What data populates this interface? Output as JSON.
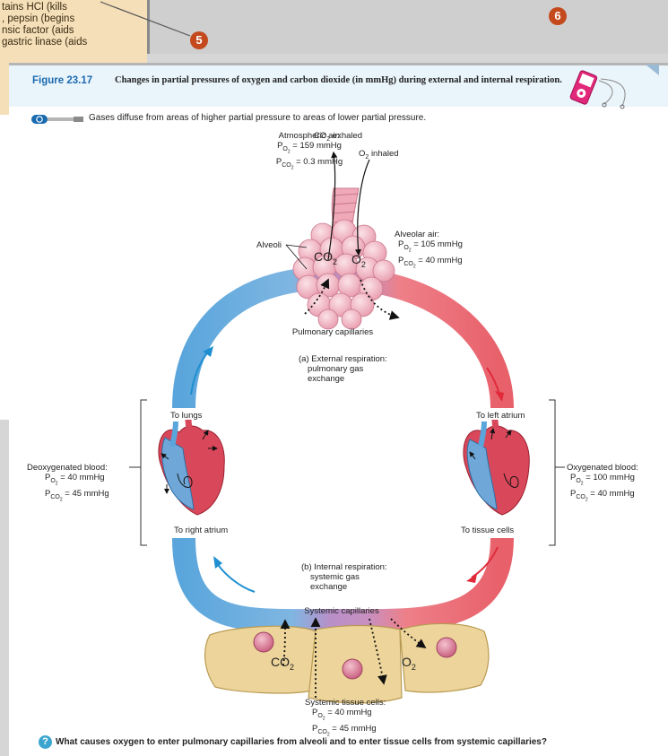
{
  "prev_page": {
    "lines": [
      "tains HCl (kills",
      ", pepsin (begins",
      "nsic factor (aids",
      "gastric linase (aids"
    ]
  },
  "markers": {
    "m5": "5",
    "m6": "6"
  },
  "figure": {
    "label": "Figure 23.17",
    "title": "Changes in partial pressures of oxygen and carbon dioxide (in mmHg) during external and internal respiration.",
    "key_text": "Gases diffuse from areas of higher partial pressure to areas of lower partial pressure."
  },
  "labels": {
    "atm_title": "Atmospheric air:",
    "atm_po2": "= 159 mmHg",
    "atm_pco2": "= 0.3 mmHg",
    "co2_exhaled": "exhaled",
    "o2_inhaled": "inhaled",
    "alveoli": "Alveoli",
    "alv_title": "Alveolar air:",
    "alv_po2": "= 105 mmHg",
    "alv_pco2": "= 40 mmHg",
    "co2_big": "CO",
    "o2_big": "O",
    "pulm_cap": "Pulmonary capillaries",
    "ext_resp_1": "(a) External respiration:",
    "ext_resp_2": "pulmonary gas",
    "ext_resp_3": "exchange",
    "to_lungs": "To lungs",
    "to_left_atrium": "To left atrium",
    "deoxy_title": "Deoxygenated blood:",
    "deoxy_po2": "= 40 mmHg",
    "deoxy_pco2": "= 45 mmHg",
    "oxy_title": "Oxygenated blood:",
    "oxy_po2": "= 100 mmHg",
    "oxy_pco2": "= 40 mmHg",
    "to_right_atrium": "To right atrium",
    "to_tissue_cells": "To tissue cells",
    "int_resp_1": "(b) Internal respiration:",
    "int_resp_2": "systemic gas",
    "int_resp_3": "exchange",
    "sys_cap": "Systemic capillaries",
    "tissue_co2": "CO",
    "tissue_o2": "O",
    "tissue_title": "Systemic tissue cells:",
    "tissue_po2": "= 40 mmHg",
    "tissue_pco2": "= 45 mmHg"
  },
  "question": "What causes oxygen to enter pulmonary capillaries from alveoli and to enter tissue cells from systemic capillaries?",
  "colors": {
    "blue_vessel": "#5aa6dc",
    "red_vessel": "#e8606a",
    "capillary": "#b88fc8",
    "alveoli": "#f2b8c4",
    "tissue": "#ecd49a",
    "nucleus": "#d87a96",
    "accent": "#1a6ab0",
    "marker": "#c44a1e",
    "ipod": "#e2287a"
  }
}
